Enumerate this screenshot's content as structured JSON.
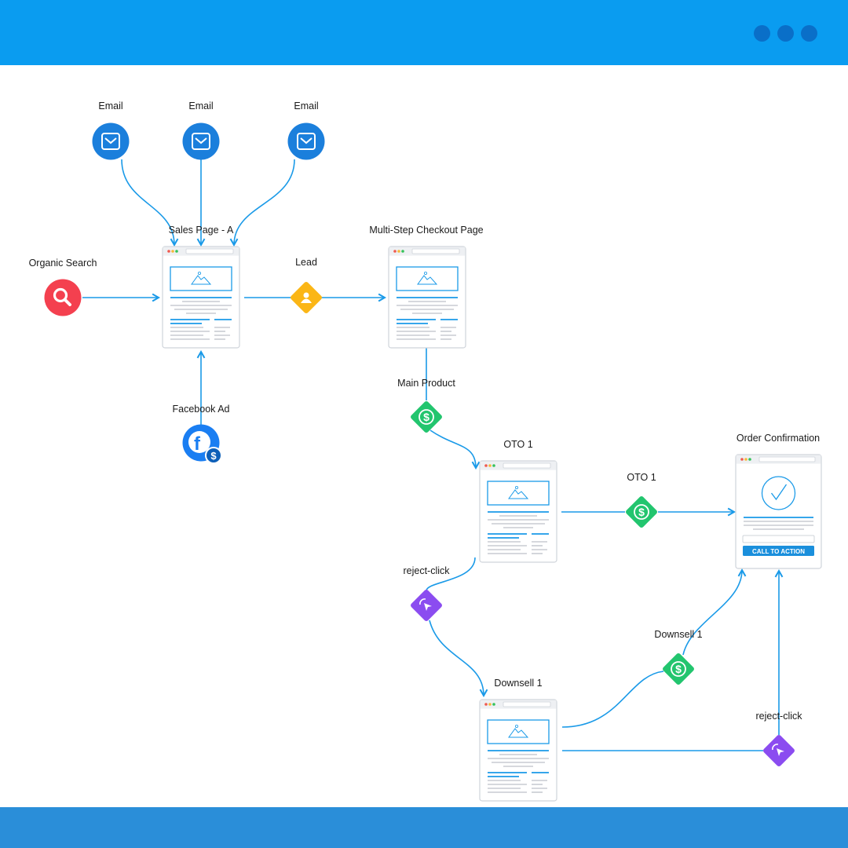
{
  "window": {
    "controls": [
      "dot",
      "dot",
      "dot"
    ]
  },
  "colors": {
    "header": "#0a9cf0",
    "footer": "#2a8ed9",
    "connector": "#1a9ae8",
    "email": "#1b7fdc",
    "search": "#f4404f",
    "lead": "#fbb616",
    "purchase": "#22c56e",
    "reject": "#8b4cf0"
  },
  "nodes": {
    "email_1": {
      "label": "Email",
      "icon": "envelope-icon"
    },
    "email_2": {
      "label": "Email",
      "icon": "envelope-icon"
    },
    "email_3": {
      "label": "Email",
      "icon": "envelope-icon"
    },
    "organic_search": {
      "label": "Organic Search",
      "icon": "search-icon"
    },
    "facebook_ad": {
      "label": "Facebook Ad",
      "icon": "facebook-dollar-icon"
    },
    "sales_page": {
      "label": "Sales Page - A"
    },
    "checkout_page": {
      "label": "Multi-Step Checkout Page"
    },
    "oto1_page": {
      "label": "OTO 1"
    },
    "downsell_page": {
      "label": "Downsell 1"
    },
    "order_confirmation": {
      "label": "Order Confirmation",
      "cta": "CALL TO ACTION"
    }
  },
  "events": {
    "lead": {
      "label": "Lead",
      "icon": "user-icon"
    },
    "main_product": {
      "label": "Main Product",
      "icon": "dollar-icon"
    },
    "oto1": {
      "label": "OTO 1",
      "icon": "dollar-icon"
    },
    "reject_1": {
      "label": "reject-click",
      "icon": "cursor-click-icon"
    },
    "downsell1": {
      "label": "Downsell 1",
      "icon": "dollar-icon"
    },
    "reject_2": {
      "label": "reject-click",
      "icon": "cursor-click-icon"
    }
  }
}
